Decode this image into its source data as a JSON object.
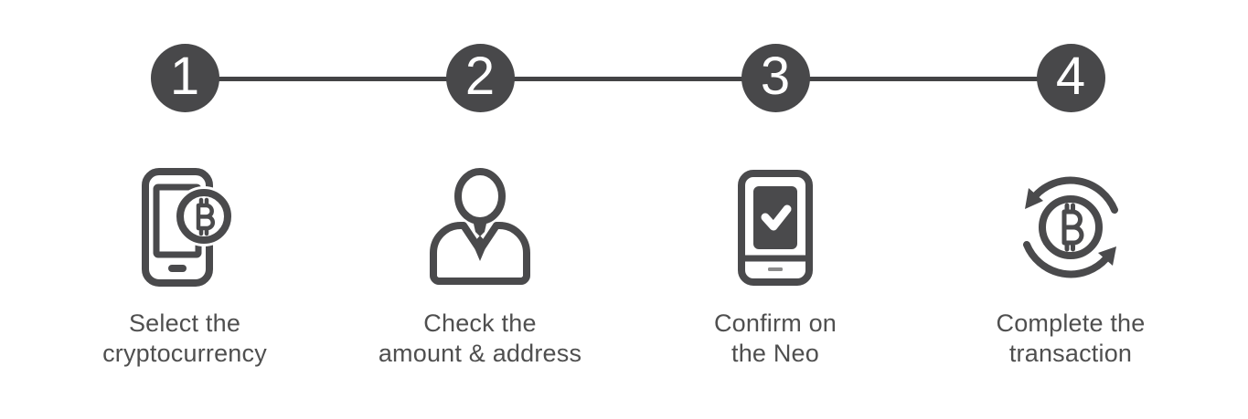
{
  "page": {
    "background": "#ffffff",
    "description": "Four-step cryptocurrency transaction process stepper"
  },
  "colors": {
    "step_circle_fill": "#48484a",
    "connector_line": "#434345",
    "step_number": "#ffffff",
    "icon_stroke": "#4a4a4c",
    "label_text": "#4f4f4f"
  },
  "stepper": {
    "steps": [
      {
        "number": "1",
        "icon": "smartphone-bitcoin-icon",
        "label_line1": "Select the",
        "label_line2": "cryptocurrency"
      },
      {
        "number": "2",
        "icon": "person-icon",
        "label_line1": "Check the",
        "label_line2": "amount & address"
      },
      {
        "number": "3",
        "icon": "smartphone-check-icon",
        "label_line1": "Confirm on",
        "label_line2": "the Neo"
      },
      {
        "number": "4",
        "icon": "sync-bitcoin-icon",
        "label_line1": "Complete the",
        "label_line2": "transaction"
      }
    ]
  }
}
